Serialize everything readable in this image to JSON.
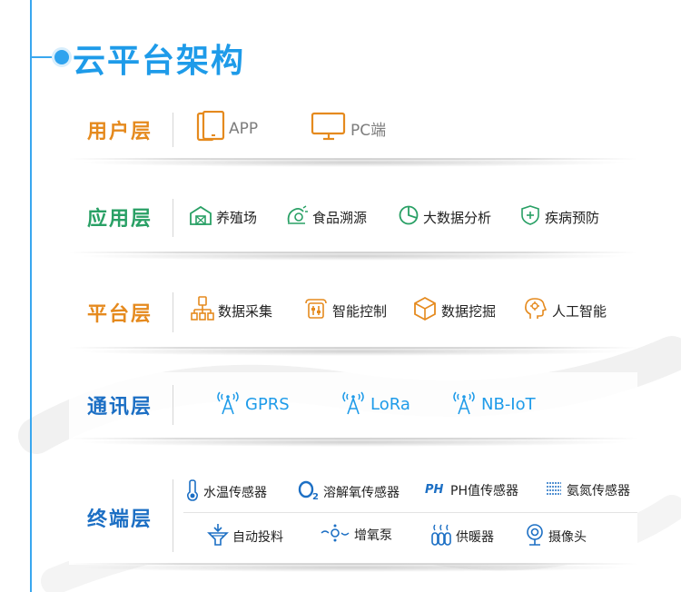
{
  "title": "云平台架构",
  "colors": {
    "accent": "#1e9be9",
    "orange": "#e58a1e",
    "green": "#29a065",
    "blue": "#1e9be9",
    "navy": "#1c6fc4",
    "gray": "#7d7d7d"
  },
  "layers": {
    "user": {
      "label": "用户层",
      "items": [
        "APP",
        "PC端"
      ]
    },
    "app": {
      "label": "应用层",
      "items": [
        "养殖场",
        "食品溯源",
        "大数据分析",
        "疾病预防"
      ]
    },
    "platform": {
      "label": "平台层",
      "items": [
        "数据采集",
        "智能控制",
        "数据挖掘",
        "人工智能"
      ]
    },
    "comm": {
      "label": "通讯层",
      "items": [
        "GPRS",
        "LoRa",
        "NB-IoT"
      ]
    },
    "terminal": {
      "label": "终端层",
      "row1": [
        "水温传感器",
        "溶解氧传感器",
        "PH值传感器",
        "氨氮传感器"
      ],
      "row2": [
        "自动投料",
        "增氧泵",
        "供暖器",
        "摄像头"
      ]
    }
  }
}
